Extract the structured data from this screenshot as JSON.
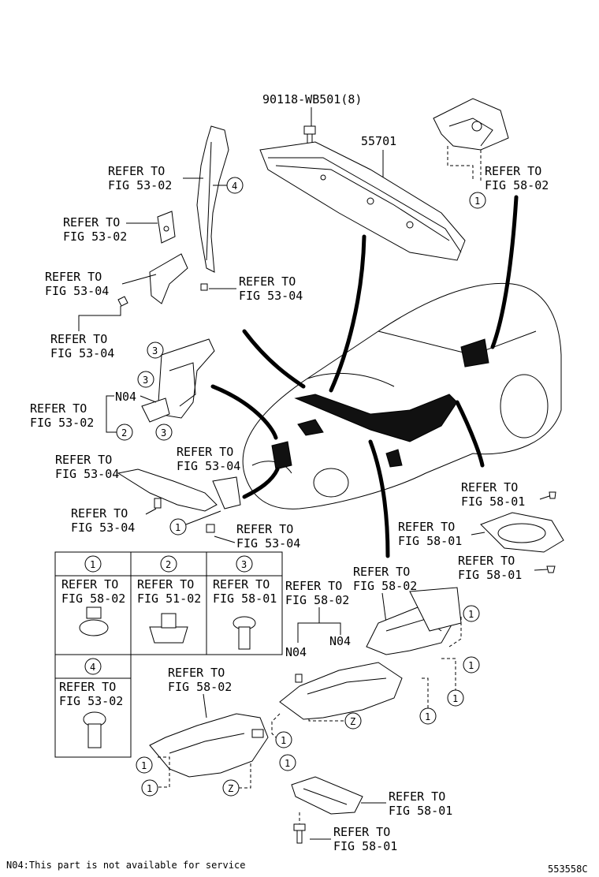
{
  "part_numbers": {
    "bolt": "90118-WB501(8)",
    "panel": "55701"
  },
  "refs": {
    "r53_02": [
      "REFER TO",
      "FIG 53-02"
    ],
    "r53_04": [
      "REFER TO",
      "FIG 53-04"
    ],
    "r58_02": [
      "REFER TO",
      "FIG 58-02"
    ],
    "r58_01": [
      "REFER TO",
      "FIG 58-01"
    ],
    "r51_02": [
      "REFER TO",
      "FIG 51-02"
    ]
  },
  "callouts": {
    "c1": "1",
    "c2": "2",
    "c3": "3",
    "c4": "4",
    "z": "Z"
  },
  "n04": "N04",
  "legend": [
    {
      "num": "1",
      "line1": "REFER TO",
      "line2": "FIG 58-02"
    },
    {
      "num": "2",
      "line1": "REFER TO",
      "line2": "FIG 51-02"
    },
    {
      "num": "3",
      "line1": "REFER TO",
      "line2": "FIG 58-01"
    },
    {
      "num": "4",
      "line1": "REFER TO",
      "line2": "FIG 53-02"
    }
  ],
  "footnote": "N04:This part is not available for service",
  "figure_id": "553558C"
}
